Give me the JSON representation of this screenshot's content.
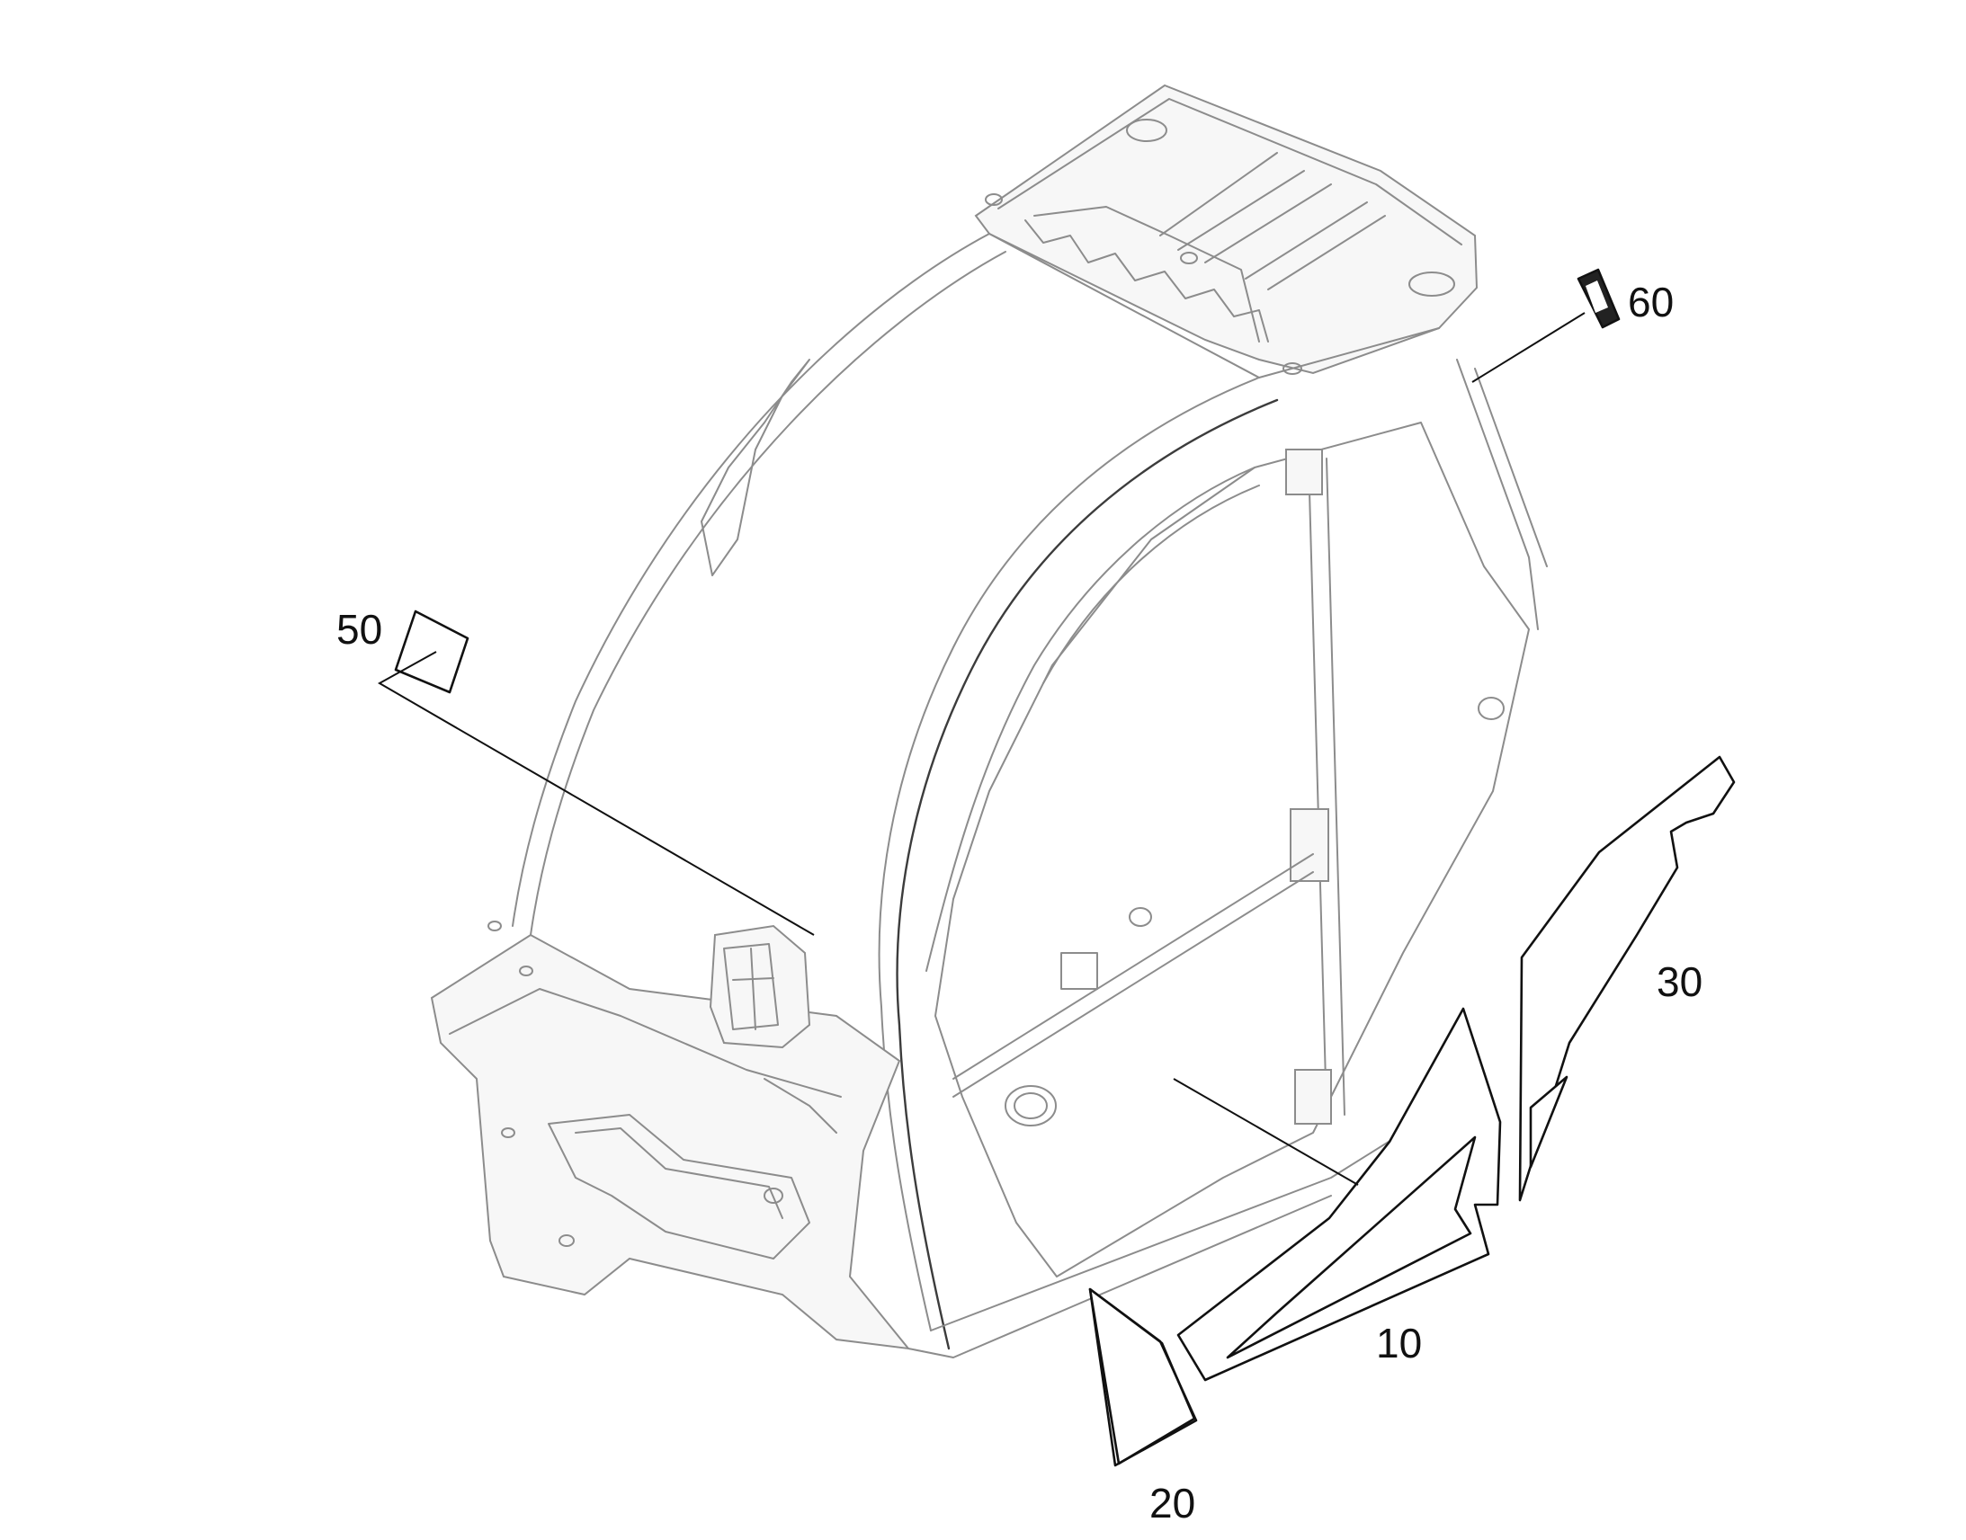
{
  "callouts": {
    "c10": "10",
    "c20": "20",
    "c30": "30",
    "c50": "50",
    "c60": "60"
  },
  "colors": {
    "background": "#ffffff",
    "cab_line": "#8c8c8c",
    "part_line": "#111111"
  }
}
